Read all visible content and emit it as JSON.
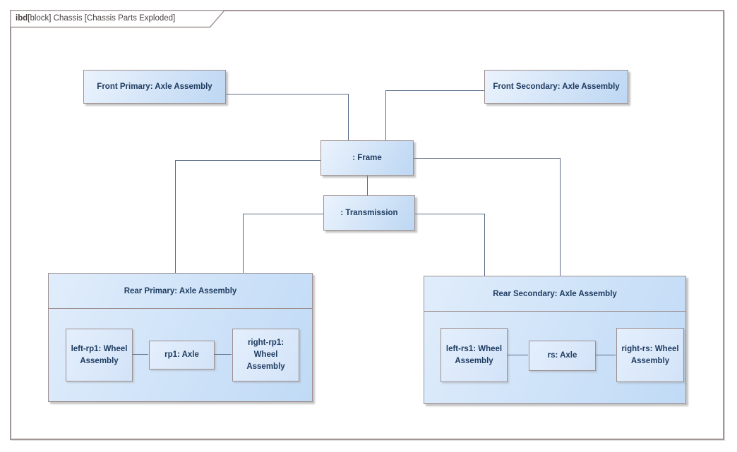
{
  "diagram": {
    "frame_tab": {
      "keyword": "ibd",
      "title": "[block] Chassis [Chassis Parts Exploded]"
    },
    "nodes": {
      "front_primary": {
        "label": "Front Primary: Axle Assembly"
      },
      "front_secondary": {
        "label": "Front Secondary: Axle Assembly"
      },
      "frame": {
        "label": ": Frame"
      },
      "transmission": {
        "label": ": Transmission"
      },
      "rear_primary": {
        "label": "Rear Primary: Axle Assembly",
        "parts": {
          "left_wheel": "left-rp1: Wheel Assembly",
          "axle": "rp1: Axle",
          "right_wheel": "right-rp1: Wheel Assembly"
        }
      },
      "rear_secondary": {
        "label": "Rear Secondary: Axle Assembly",
        "parts": {
          "left_wheel": "left-rs1: Wheel Assembly",
          "axle": "rs: Axle",
          "right_wheel": "right-rs: Wheel Assembly"
        }
      }
    },
    "colors": {
      "node_fill_light": "#EBF3FD",
      "node_fill_dark": "#BDD7F3",
      "container_fill_light": "#E0EDFB",
      "container_fill_dark": "#C0DAF6",
      "part_fill_light": "#E4EFFC",
      "part_fill_dark": "#D3E3F8",
      "node_border": "#9E9090",
      "node_text": "#1F3C61",
      "connector": "#5A6A88",
      "frame_border": "#A29595",
      "frame_title_text": "#4A4242"
    }
  }
}
